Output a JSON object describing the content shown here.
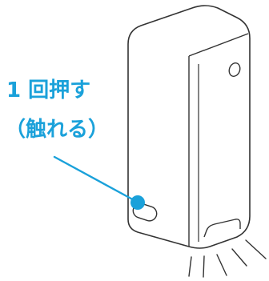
{
  "callout": {
    "line1": "1 回押す",
    "line2": "（触れる）"
  },
  "colors": {
    "accent": "#1aa1da",
    "outline": "#333333",
    "background": "#ffffff"
  },
  "icons": {
    "device": "device-body-illustration",
    "button": "touch-button-icon",
    "indicator": "press-indicator-dot",
    "light": "light-rays-icon"
  }
}
